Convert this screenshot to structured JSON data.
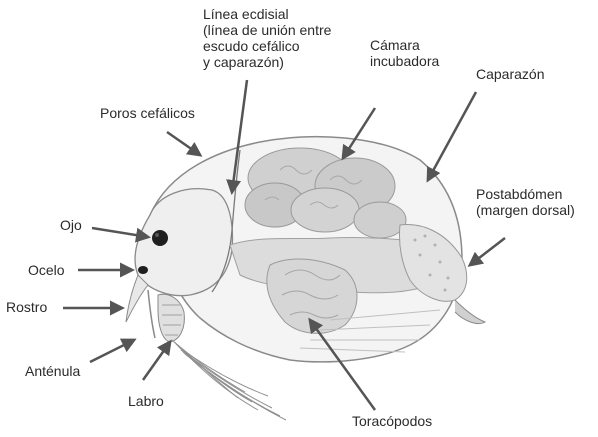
{
  "labels": {
    "linea_ecdisial": "Línea ecdisial\n(línea de unión entre\nescudo cefálico\ny caparazón)",
    "camara_incubadora": "Cámara\nincubadora",
    "caparazon": "Caparazón",
    "poros_cefalicos": "Poros cefálicos",
    "postabdomen": "Postabdómen\n(margen dorsal)",
    "ojo": "Ojo",
    "ocelo": "Ocelo",
    "rostro": "Rostro",
    "antenula": "Anténula",
    "labro": "Labro",
    "toracopodos": "Toracópodos"
  },
  "colors": {
    "arrow": "#555555",
    "outline": "#8a8a8a",
    "shading": "#b5b5b5",
    "text": "#2b2b2b"
  }
}
